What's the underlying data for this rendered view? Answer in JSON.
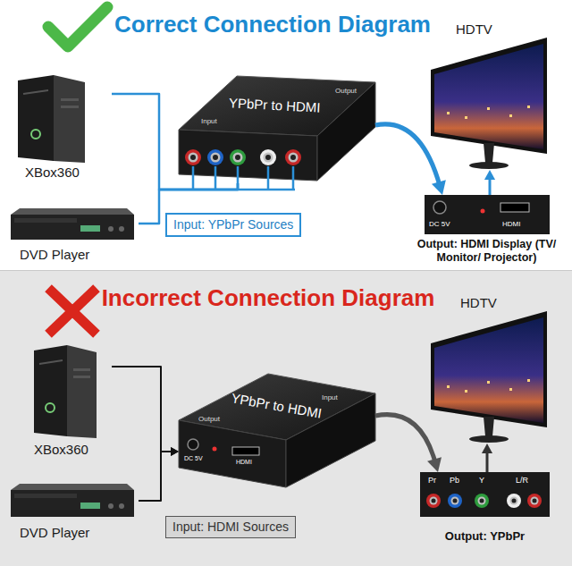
{
  "diagram": {
    "nodes": [
      {
        "text": [
          "XBox360"
        ]
      },
      {
        "text": [
          "DVD Player"
        ]
      },
      {
        "text": [
          "Input: YPbPr Sources"
        ]
      },
      {
        "text": [
          "YPbPr to HDMI",
          "Output",
          "Input"
        ]
      },
      {
        "text": [
          "HDTV"
        ]
      },
      {
        "text": [
          "DC 5V",
          "HDMI",
          "Output: HDMI Display (TV/ Monitor/ Projector)"
        ]
      },
      {
        "text": [
          "XBox360"
        ]
      },
      {
        "text": [
          "DVD Player"
        ]
      },
      {
        "text": [
          "Input: HDMI Sources"
        ]
      },
      {
        "text": [
          "YPbPr to HDMI",
          "Input",
          "Output",
          "DC 5V",
          "HDMI"
        ]
      },
      {
        "text": [
          "HDTV"
        ]
      },
      {
        "text": [
          "Pr",
          "Pb",
          "Y",
          "L/R",
          "Output: YPbPr"
        ]
      }
    ],
    "edges": [
      {
        "from": 0,
        "to": 3,
        "arrow": "none"
      },
      {
        "from": 1,
        "to": 3,
        "arrow": "none"
      },
      {
        "from": 3,
        "to": 5,
        "arrow": "to"
      },
      {
        "from": 5,
        "to": 4,
        "arrow": "to"
      },
      {
        "from": 6,
        "to": 9,
        "arrow": "to"
      },
      {
        "from": 7,
        "to": 9,
        "arrow": "to"
      },
      {
        "from": 9,
        "to": 11,
        "arrow": "to"
      },
      {
        "from": 11,
        "to": 10,
        "arrow": "to"
      }
    ],
    "labels": [
      "Correct Connection Diagram",
      "Incorrect Connection Diagram"
    ]
  }
}
